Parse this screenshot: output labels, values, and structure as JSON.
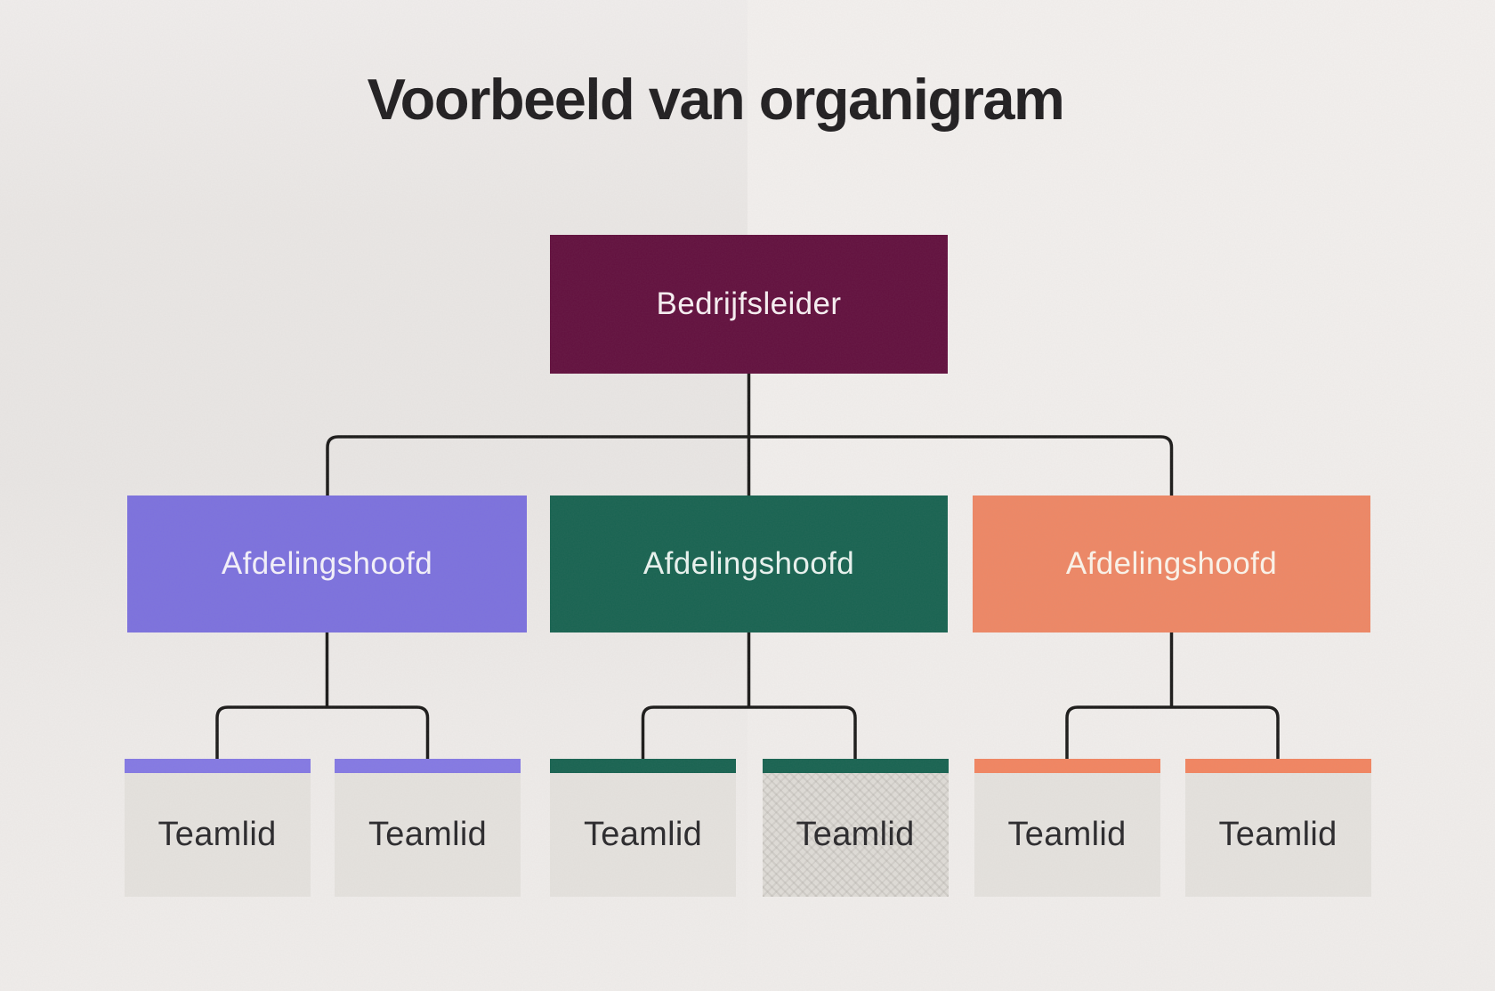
{
  "title": "Voorbeeld van organigram",
  "title_color": "#201E20",
  "chart": {
    "root": {
      "label": "Bedrijfsleider",
      "color": "#62103E",
      "text_color": "#F8F0F3"
    },
    "departments": [
      {
        "label": "Afdelingshoofd",
        "color": "#7C71DE",
        "text_color": "#F4F1FB"
      },
      {
        "label": "Afdelingshoofd",
        "color": "#186351",
        "text_color": "#E9F3EF"
      },
      {
        "label": "Afdelingshoofd",
        "color": "#EE8765",
        "text_color": "#FCF4EA"
      }
    ],
    "team_members": [
      {
        "label": "Teamlid",
        "accent_color": "#8479E4"
      },
      {
        "label": "Teamlid",
        "accent_color": "#8479E4"
      },
      {
        "label": "Teamlid",
        "accent_color": "#186351"
      },
      {
        "label": "Teamlid",
        "accent_color": "#186351"
      },
      {
        "label": "Teamlid",
        "accent_color": "#F28561"
      },
      {
        "label": "Teamlid",
        "accent_color": "#F28561"
      }
    ],
    "team_body_color": "#E5E2DE",
    "team_body_color_textured": "#DFDCD7",
    "team_text_color": "#2A292C",
    "connector_color": "#1B1A19"
  }
}
